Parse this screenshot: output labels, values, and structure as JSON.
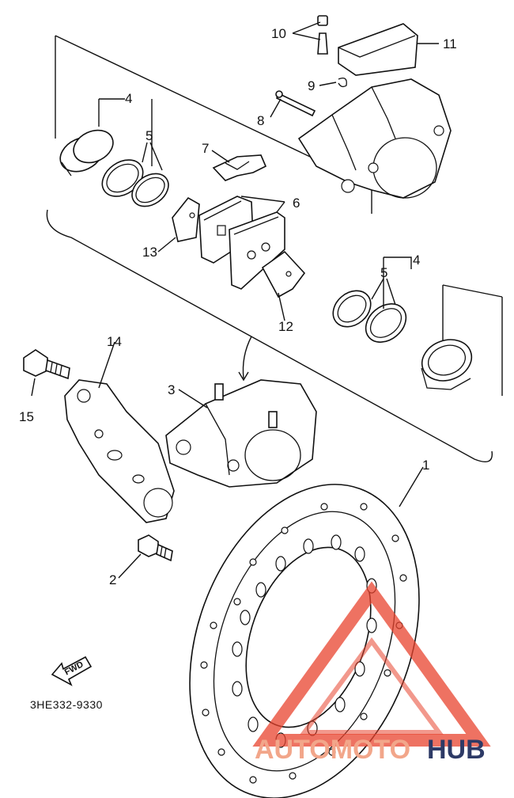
{
  "diagram": {
    "part_numbers": {
      "p1": "1",
      "p2": "2",
      "p3": "3",
      "p4a": "4",
      "p4b": "4",
      "p5a": "5",
      "p5b": "5",
      "p6": "6",
      "p7": "7",
      "p8": "8",
      "p9": "9",
      "p10": "10",
      "p11": "11",
      "p12": "12",
      "p13": "13",
      "p14": "14",
      "p15": "15"
    },
    "drawing_code": "3HE332-9330",
    "fwd_label": "FWD"
  },
  "watermark": {
    "part1": "AUTOMOTO",
    "part2": "HUB",
    "colors": {
      "triangle": "#e8432e",
      "text_light": "#f2a68a",
      "text_dark": "#2d3a66"
    }
  }
}
